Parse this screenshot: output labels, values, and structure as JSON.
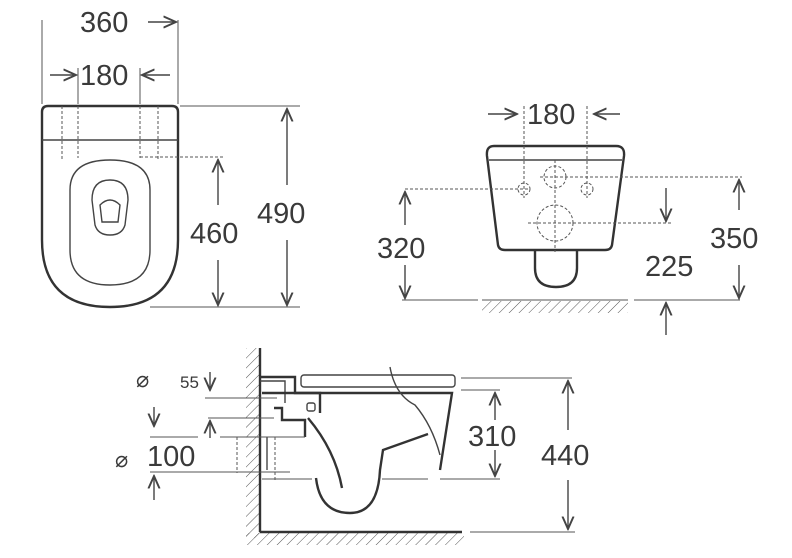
{
  "title": "Wall-hung toilet dimension drawing",
  "top_view": {
    "width_total": "360",
    "fixing_spacing": "180",
    "length_to_fixing": "460",
    "length_total": "490"
  },
  "front_view": {
    "fixing_spacing": "180",
    "fixing_height": "320",
    "outlet_height": "225",
    "inlet_height": "350"
  },
  "side_view": {
    "diameter_symbol_1": "⌀",
    "inlet_diameter": "55",
    "diameter_symbol_2": "⌀",
    "outlet_diameter": "100",
    "outlet_center_height": "310",
    "rim_height": "440"
  },
  "colors": {
    "line": "#444444",
    "text": "#3a3a3a"
  }
}
